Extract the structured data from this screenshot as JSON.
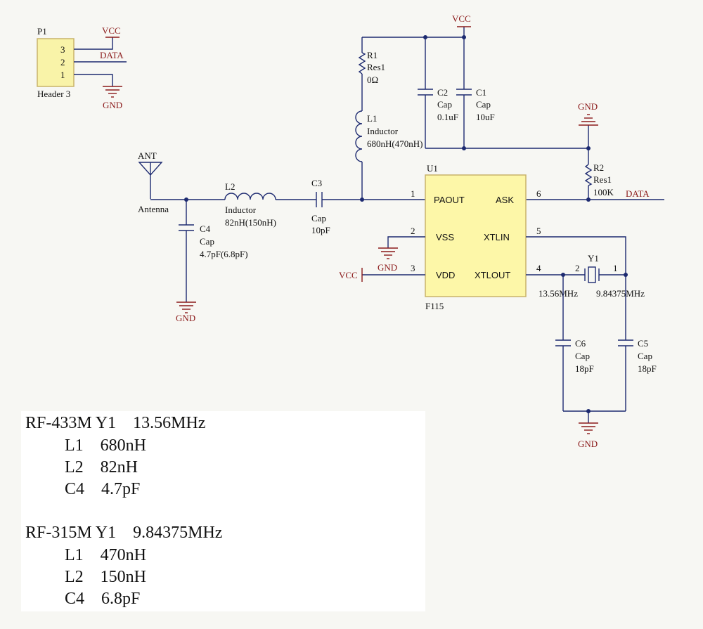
{
  "header": {
    "ref": "P1",
    "pins": [
      "3",
      "2",
      "1"
    ],
    "name": "Header 3"
  },
  "nets": {
    "vcc": "VCC",
    "gnd": "GND",
    "data": "DATA",
    "ant": "ANT"
  },
  "antenna": {
    "name": "Antenna"
  },
  "r1": {
    "ref": "R1",
    "type": "Res1",
    "value": "0Ω"
  },
  "r2": {
    "ref": "R2",
    "type": "Res1",
    "value": "100K"
  },
  "l1": {
    "ref": "L1",
    "type": "Inductor",
    "value": "680nH(470nH)"
  },
  "l2": {
    "ref": "L2",
    "type": "Inductor",
    "value": "82nH(150nH)"
  },
  "c1": {
    "ref": "C1",
    "type": "Cap",
    "value": "10uF"
  },
  "c2": {
    "ref": "C2",
    "type": "Cap",
    "value": "0.1uF"
  },
  "c3": {
    "ref": "C3",
    "type": "Cap",
    "value": "10pF"
  },
  "c4": {
    "ref": "C4",
    "type": "Cap",
    "value": "4.7pF(6.8pF)"
  },
  "c5": {
    "ref": "C5",
    "type": "Cap",
    "value": "18pF"
  },
  "c6": {
    "ref": "C6",
    "type": "Cap",
    "value": "18pF"
  },
  "y1": {
    "ref": "Y1",
    "f1": "13.56MHz",
    "f2": "9.84375MHz",
    "pin_left": "2",
    "pin_right": "1"
  },
  "u1": {
    "ref": "U1",
    "part": "F115",
    "pins": {
      "paout": {
        "name": "PAOUT",
        "num": "1"
      },
      "vss": {
        "name": "VSS",
        "num": "2"
      },
      "vdd": {
        "name": "VDD",
        "num": "3"
      },
      "ask": {
        "name": "ASK",
        "num": "6"
      },
      "xtlin": {
        "name": "XTLIN",
        "num": "5"
      },
      "xtlout": {
        "name": "XTLOUT",
        "num": "4"
      }
    }
  },
  "notes": {
    "line1": "RF-433M Y1    13.56MHz",
    "line2": "L1    680nH",
    "line3": "L2    82nH",
    "line4": "C4    4.7pF",
    "line5": "RF-315M Y1    9.84375MHz",
    "line6": "L1    470nH",
    "line7": "L2    150nH",
    "line8": "C4    6.8pF"
  },
  "colors": {
    "wire": "#1d2a70",
    "power": "#8b1a1a",
    "ic_body": "#fdf7a8",
    "header_body": "#f9f3a8"
  }
}
